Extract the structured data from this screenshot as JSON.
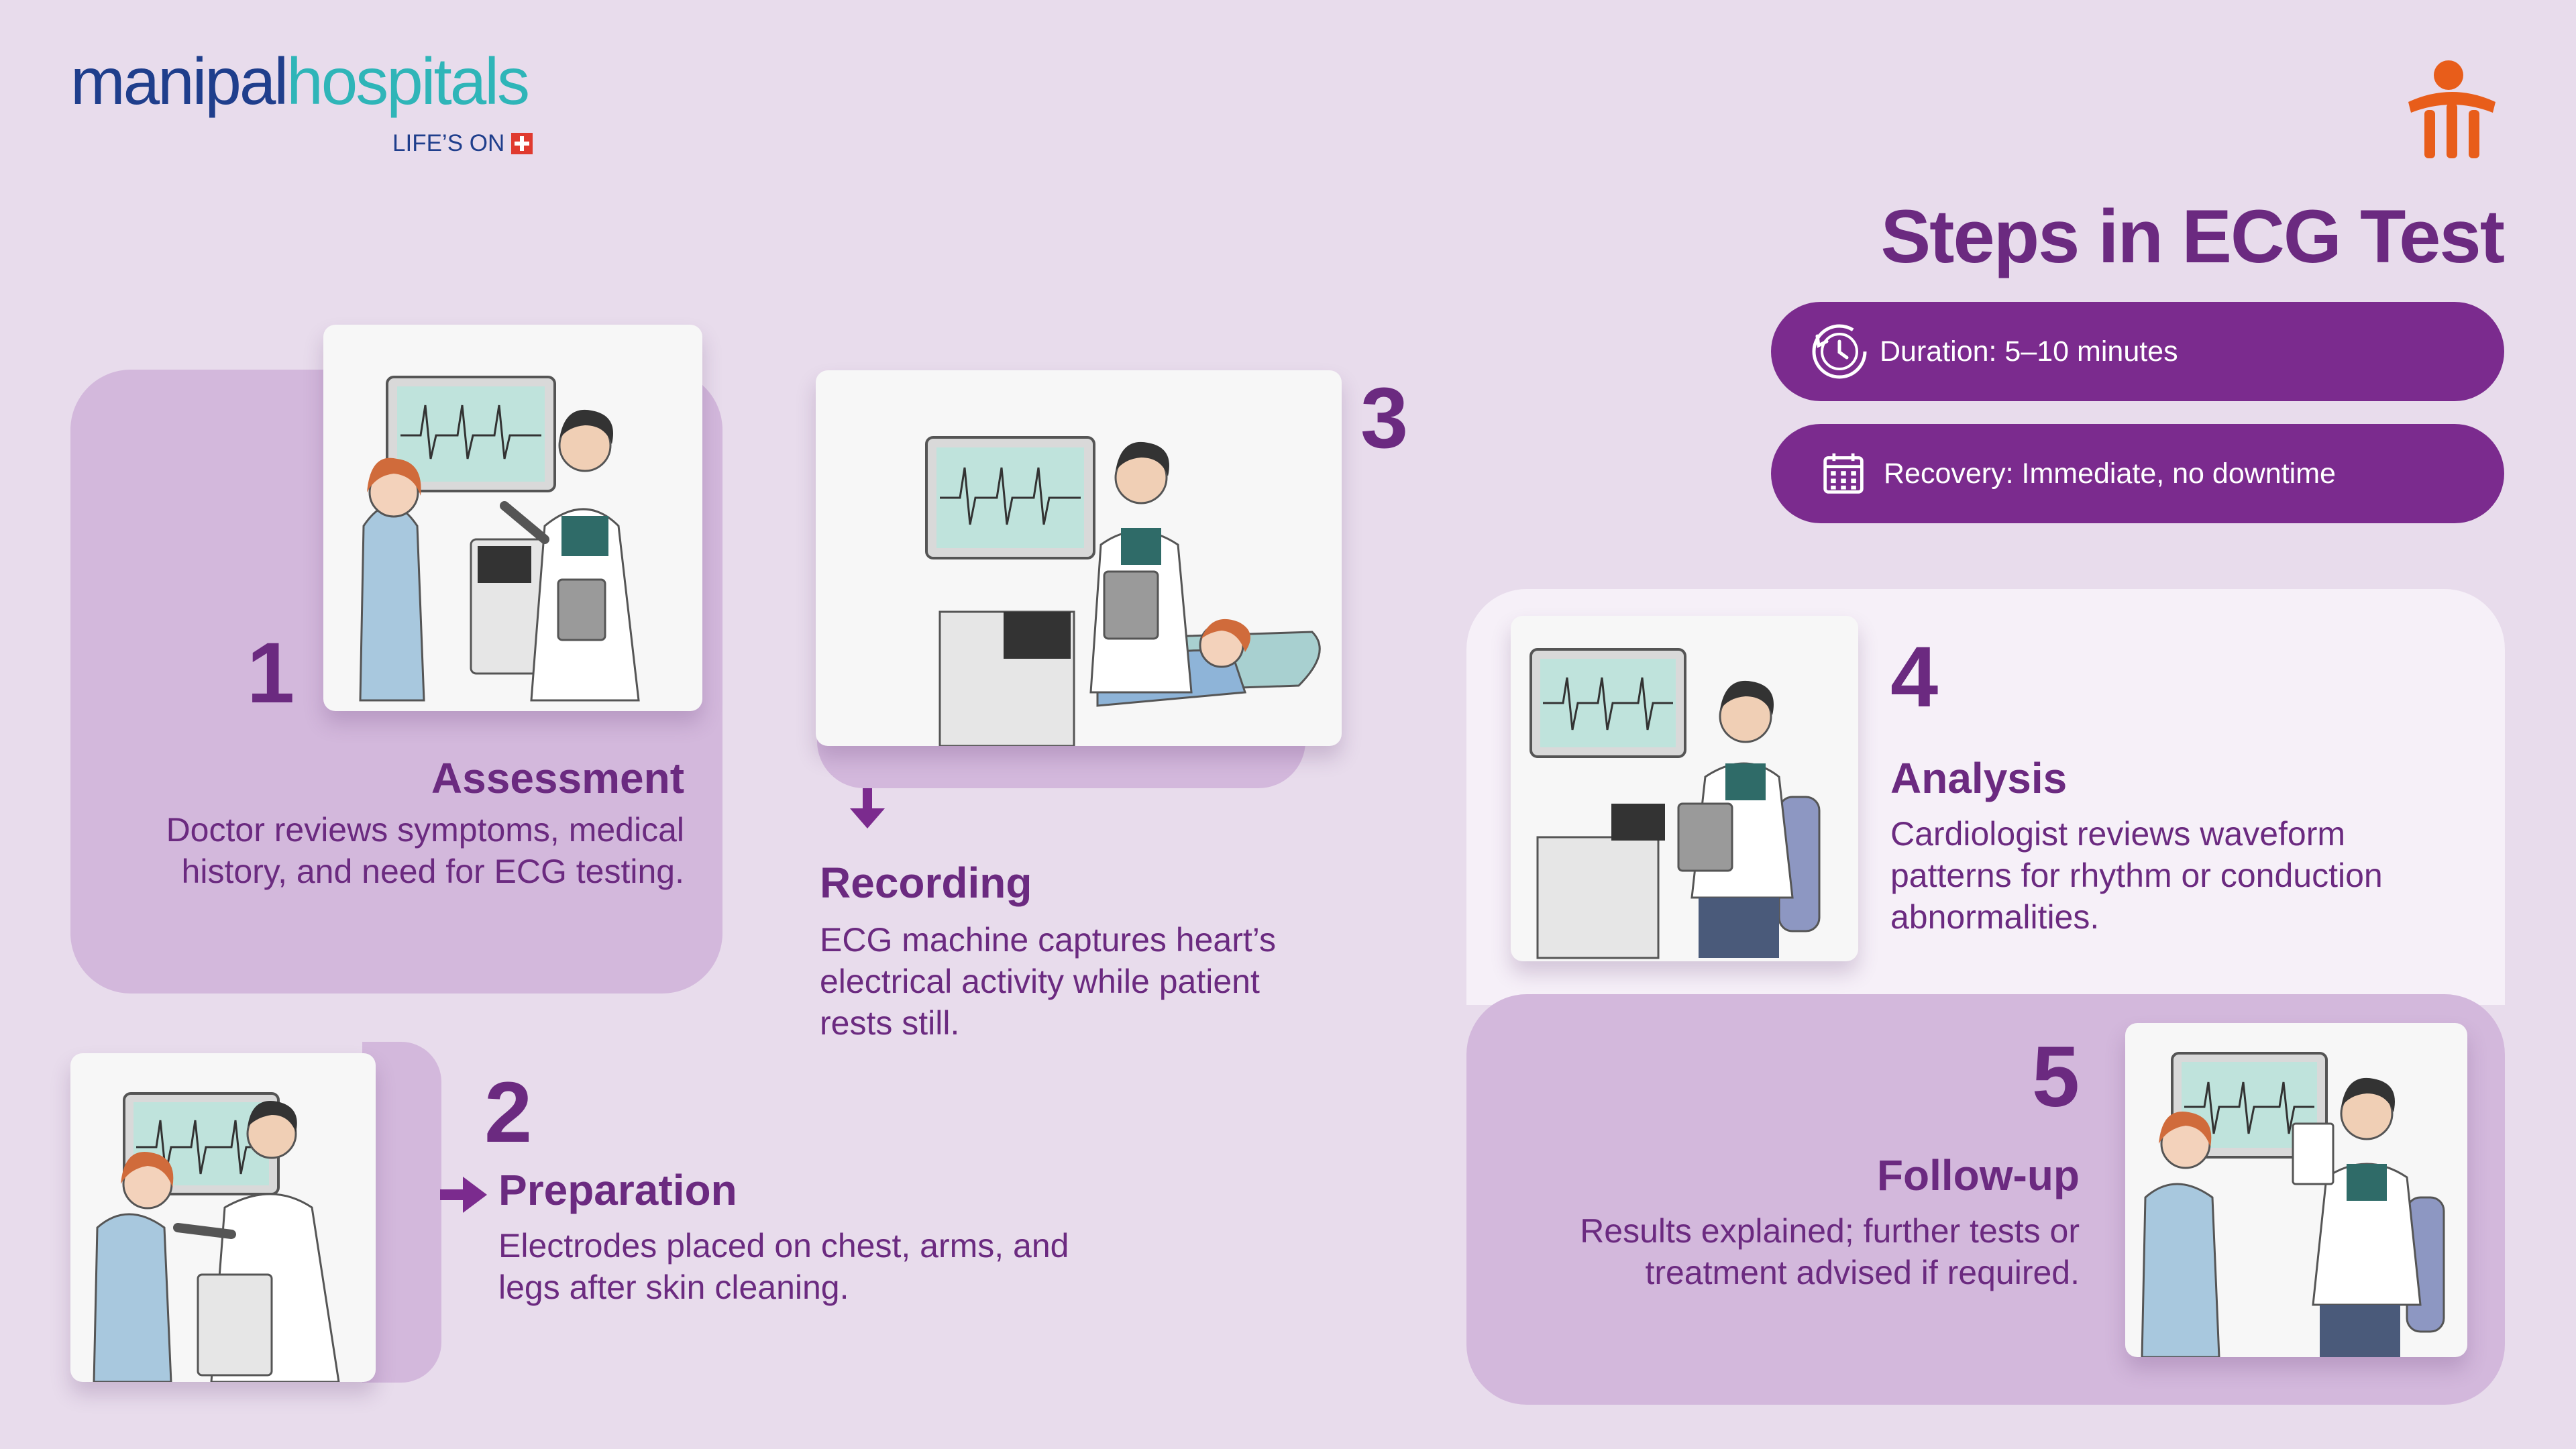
{
  "brand": {
    "name_part1": "manipal",
    "name_part2": "hospitals",
    "tagline": "LIFE’S ON",
    "primary_color": "#1f3e8c",
    "accent_color": "#2fb5b8",
    "emblem_icon": "manipal-emblem-icon"
  },
  "title": "Steps in ECG Test",
  "info_pills": [
    {
      "icon": "clock-icon",
      "text": "Duration: 5–10 minutes"
    },
    {
      "icon": "calendar-icon",
      "text": "Recovery: Immediate, no downtime"
    }
  ],
  "steps": [
    {
      "number": "1",
      "title": "Assessment",
      "description": "Doctor reviews symptoms, medical history, and need for ECG testing."
    },
    {
      "number": "2",
      "title": "Preparation",
      "description": "Electrodes placed on chest, arms, and legs after skin cleaning."
    },
    {
      "number": "3",
      "title": "Recording",
      "description": "ECG machine captures heart’s electrical activity while patient rests still."
    },
    {
      "number": "4",
      "title": "Analysis",
      "description": "Cardiologist reviews waveform patterns for rhythm or conduction abnormalities."
    },
    {
      "number": "5",
      "title": "Follow-up",
      "description": "Results explained; further tests or treatment advised if required."
    }
  ],
  "colors": {
    "background": "#e8dcec",
    "panel": "#d3b8dc",
    "panel_light": "#f6f0f8",
    "primary_purple": "#6b2a80",
    "pill_purple": "#7b2b8e"
  }
}
